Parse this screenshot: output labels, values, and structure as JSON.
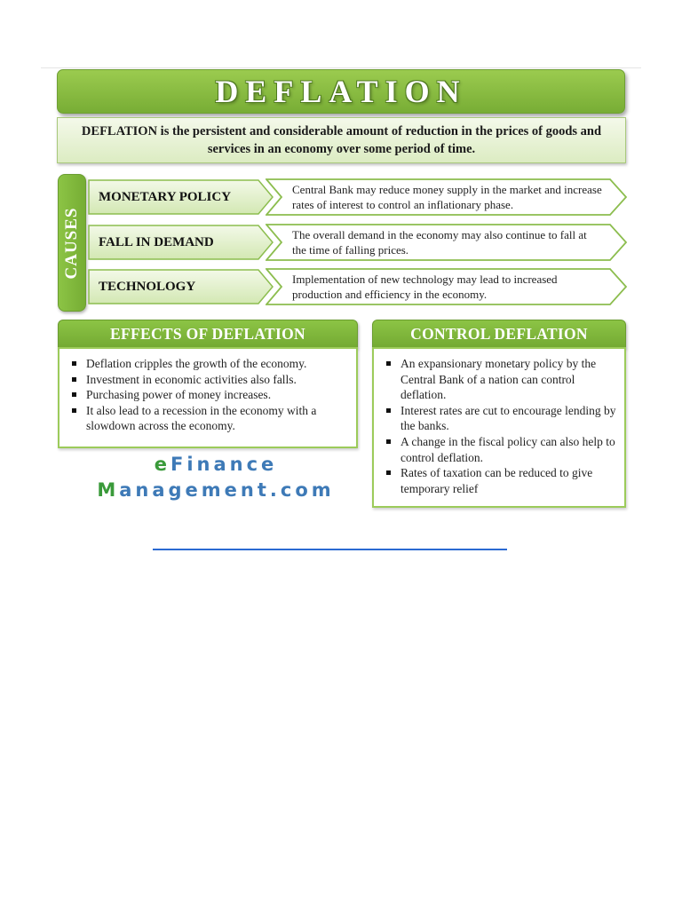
{
  "title": "DEFLATION",
  "definition": "DEFLATION is the persistent and considerable amount of reduction in the prices of goods and services in an economy over some period of time.",
  "causes_label": "CAUSES",
  "causes": [
    {
      "name": "MONETARY POLICY",
      "description": "Central Bank may reduce money supply in the market and increase rates of interest to control an inflationary phase."
    },
    {
      "name": "FALL IN DEMAND",
      "description": "The overall demand in the economy may also continue to fall at the time of falling prices."
    },
    {
      "name": "TECHNOLOGY",
      "description": "Implementation of new technology may lead to increased production and efficiency in the economy."
    }
  ],
  "effects": {
    "title": "EFFECTS OF DEFLATION",
    "items": [
      "Deflation cripples the growth of the economy.",
      "Investment in economic activities also falls.",
      "Purchasing power of money increases.",
      "It also lead to a recession in the economy with a slowdown across the economy."
    ]
  },
  "control": {
    "title": "CONTROL DEFLATION",
    "items": [
      "An expansionary monetary policy by the Central Bank of a nation can control deflation.",
      "Interest rates are cut to encourage lending by the banks.",
      "A change in the fiscal policy can also help to control deflation.",
      "Rates of taxation can be reduced to give temporary relief"
    ]
  },
  "brand": {
    "line1_accent": "e",
    "line1_rest": "Finance",
    "line2_accent": "M",
    "line2_rest": "anagement.com"
  },
  "colors": {
    "green": "#8cc445",
    "green_dark": "#6b9d31",
    "brand_green": "#3a9a3a",
    "brand_blue": "#3e7ab7",
    "link_line": "#2b6ad2"
  }
}
